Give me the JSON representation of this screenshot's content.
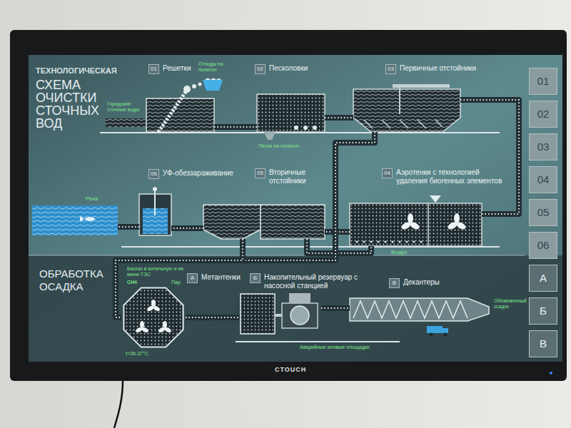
{
  "diagram": {
    "title": "СХЕМА ОЧИСТКИ СТОЧНЫХ ВОД",
    "nodes": [
      {
        "text": [
          "01",
          "Решетки"
        ]
      },
      {
        "text": [
          "02",
          "Песколовки"
        ]
      },
      {
        "text": [
          "03",
          "Первичные отстойники"
        ]
      },
      {
        "text": [
          "04",
          "Аэротенки с технологией удаления биогенных элементов"
        ]
      },
      {
        "text": [
          "05",
          "Вторичные отстойники"
        ]
      },
      {
        "text": [
          "06",
          "УФ-обеззараживание"
        ]
      },
      {
        "text": [
          "Река"
        ]
      },
      {
        "text": [
          "А",
          "Метантенки"
        ]
      },
      {
        "text": [
          "Б",
          "Накопительный резервуар с насосной станцией"
        ]
      },
      {
        "text": [
          "В",
          "Декантеры"
        ]
      },
      {
        "text": [
          "01"
        ]
      },
      {
        "text": [
          "02"
        ]
      },
      {
        "text": [
          "03"
        ]
      },
      {
        "text": [
          "04"
        ]
      },
      {
        "text": [
          "05"
        ]
      },
      {
        "text": [
          "06"
        ]
      },
      {
        "text": [
          "А"
        ]
      },
      {
        "text": [
          "Б"
        ]
      },
      {
        "text": [
          "В"
        ]
      }
    ],
    "edges": [
      {
        "from": 0,
        "to": 1,
        "arrow": "none"
      },
      {
        "from": 1,
        "to": 2,
        "arrow": "none"
      },
      {
        "from": 2,
        "to": 3,
        "arrow": "none"
      },
      {
        "from": 3,
        "to": 4,
        "arrow": "none"
      },
      {
        "from": 4,
        "to": 5,
        "arrow": "none"
      },
      {
        "from": 5,
        "to": 6,
        "arrow": "none"
      },
      {
        "from": 4,
        "to": 3,
        "arrow": "none"
      },
      {
        "from": 2,
        "to": 7,
        "arrow": "none"
      },
      {
        "from": 4,
        "to": 7,
        "arrow": "none"
      },
      {
        "from": 7,
        "to": 8,
        "arrow": "none"
      },
      {
        "from": 8,
        "to": 9,
        "arrow": "none"
      }
    ],
    "labels": [
      "ТЕХНОЛОГИЧЕСКАЯ",
      "ОБРАБОТКА ОСАДКА",
      "Городские сточные воды",
      "Отходы на полигон",
      "Песок на полигон",
      "Воздух",
      "Биогаз в котельную и на мини-ТЭС",
      "CH4",
      "Пар",
      "t=36-37°С",
      "Обезвоженный осадок",
      "Аварийные иловые площадки",
      "CTOUCH"
    ]
  }
}
